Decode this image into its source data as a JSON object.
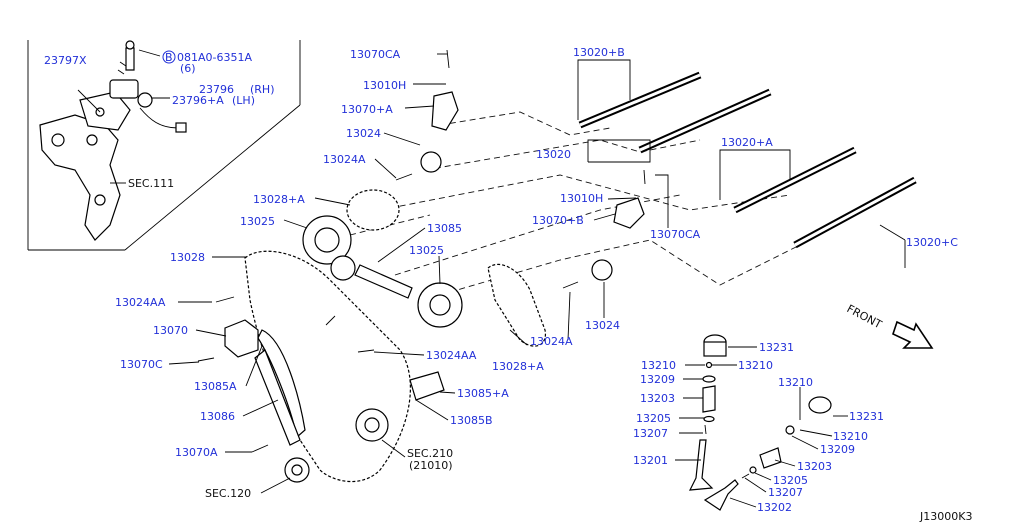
{
  "diagram_code": "J13000K3",
  "front_label": "FRONT",
  "inset": {
    "part_23797x": "23797X",
    "bolt_circle_letter": "B",
    "bolt_part": "081A0-6351A",
    "bolt_qty": "(6)",
    "sensor_rh": "23796",
    "sensor_rh_note": "(RH)",
    "sensor_lh": "23796+A",
    "sensor_lh_note": "(LH)",
    "sec_111": "SEC.111"
  },
  "labels": {
    "p13070CA_top": "13070CA",
    "p13010H_top": "13010H",
    "p13070A_top": "13070+A",
    "p13024": "13024",
    "p13024A_top": "13024A",
    "p13028A_left": "13028+A",
    "p13025_left": "13025",
    "p13085": "13085",
    "p13028": "13028",
    "p13025_mid": "13025",
    "p13024AA_left": "13024AA",
    "p13070": "13070",
    "p13070C": "13070C",
    "p13085A": "13085A",
    "p13086": "13086",
    "p13070A_low": "13070A",
    "sec_120": "SEC.120",
    "p13024AA_mid": "13024AA",
    "p13085A_plus": "13085+A",
    "p13085B": "13085B",
    "sec_210": "SEC.210",
    "sec_210_sub": "(21010)",
    "p13028A_mid": "13028+A",
    "p13024A_mid": "13024A",
    "p13024_mid": "13024",
    "p13020B": "13020+B",
    "p13020": "13020",
    "p13010H_mid": "13010H",
    "p13070B": "13070+B",
    "p13070CA_mid": "13070CA",
    "p13020A": "13020+A",
    "p13020C": "13020+C",
    "v13231_top": "13231",
    "v13210_left": "13210",
    "v13210_right": "13210",
    "v13209_left": "13209",
    "v13203_left": "13203",
    "v13205_left": "13205",
    "v13207_left": "13207",
    "v13201": "13201",
    "v13210_r_top": "13210",
    "v13231_r": "13231",
    "v13210_r_low": "13210",
    "v13209_r": "13209",
    "v13203_r": "13203",
    "v13205_r": "13205",
    "v13207_r": "13207",
    "v13202": "13202"
  }
}
